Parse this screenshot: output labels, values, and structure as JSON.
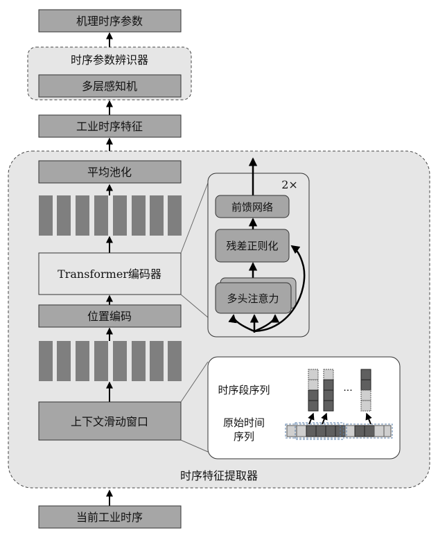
{
  "blocks": {
    "mechanism_params": "机理时序参数",
    "identifier_title": "时序参数辨识器",
    "mlp": "多层感知机",
    "industrial_features": "工业时序特征",
    "avg_pool": "平均池化",
    "transformer": "Transformer编码器",
    "pos_encoding": "位置编码",
    "sliding_window": "上下文滑动窗口",
    "current_series": "当前工业时序",
    "extractor_title": "时序特征提取器"
  },
  "transformer_detail": {
    "repeat": "2×",
    "ffn": "前馈网络",
    "residual_norm": "残差正则化",
    "mha": "多头注意力"
  },
  "window_detail": {
    "segment_label": "时序段序列",
    "original_label_line1": "原始时间",
    "original_label_line2": "序列",
    "ellipsis": "···"
  },
  "colors": {
    "block_fill": "#a6a6a6",
    "panel_fill": "#e6e6e6",
    "token_fill": "#7f7f7f",
    "dark_cell": "#5f5f5f",
    "light_cell": "#cfcfcf",
    "dash_blue": "#5b7fa8"
  }
}
